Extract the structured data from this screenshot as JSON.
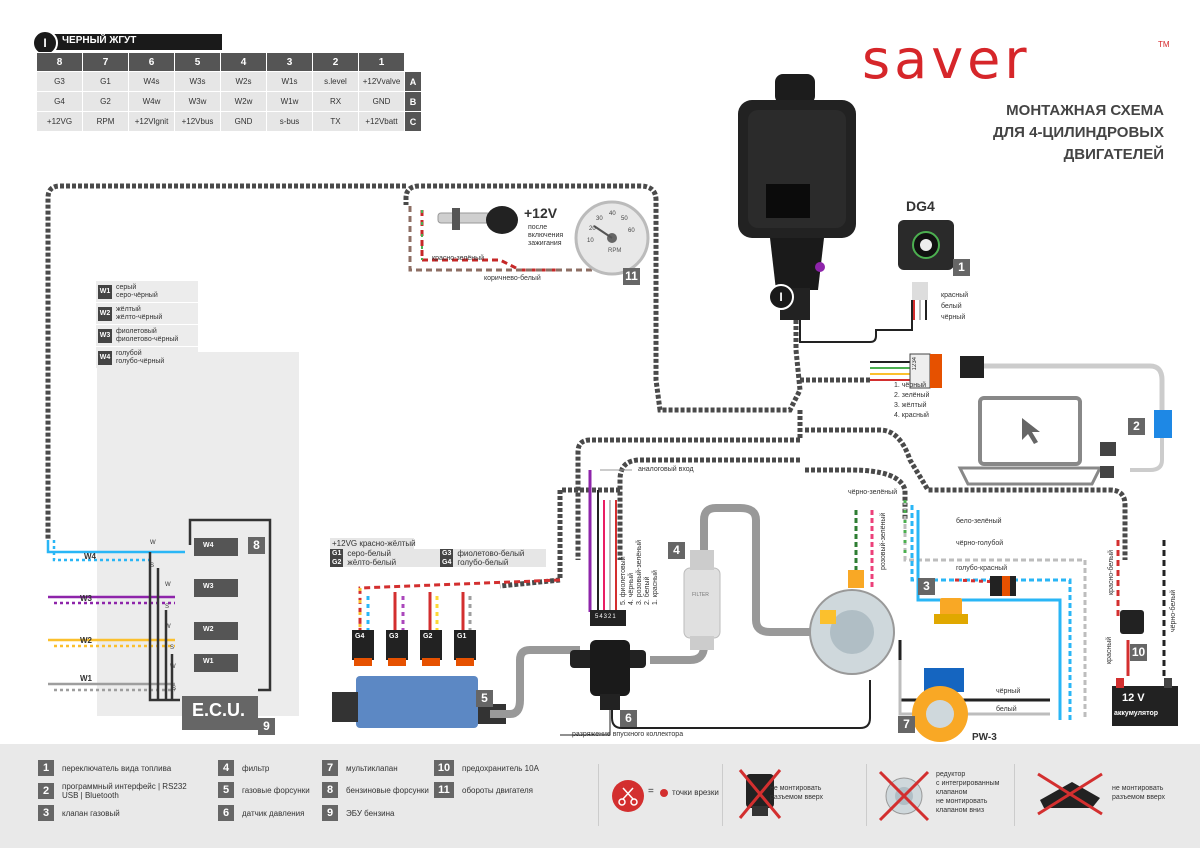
{
  "harness": {
    "badge": "I",
    "title": "ЧЕРНЫЙ ЖГУТ",
    "columns": [
      "8",
      "7",
      "6",
      "5",
      "4",
      "3",
      "2",
      "1"
    ],
    "rows": [
      {
        "label": "A",
        "cells": [
          "G3",
          "G1",
          "W4s",
          "W3s",
          "W2s",
          "W1s",
          "s.level",
          "+12Vvalve"
        ]
      },
      {
        "label": "B",
        "cells": [
          "G4",
          "G2",
          "W4w",
          "W3w",
          "W2w",
          "W1w",
          "RX",
          "GND"
        ]
      },
      {
        "label": "C",
        "cells": [
          "+12VG",
          "RPM",
          "+12Vlgnit",
          "+12Vbus",
          "GND",
          "s-bus",
          "TX",
          "+12Vbatt"
        ]
      }
    ]
  },
  "brand": {
    "logo": "saver",
    "tm": "TM"
  },
  "title": {
    "line1": "МОНТАЖНАЯ СХЕМА",
    "line2": "ДЛЯ 4-ЦИЛИНДРОВЫХ",
    "line3": "ДВИГАТЕЛЕЙ"
  },
  "wire_legend": [
    {
      "id": "W1",
      "a": "серый",
      "b": "серо-чёрный"
    },
    {
      "id": "W2",
      "a": "жёлтый",
      "b": "жёлто-чёрный"
    },
    {
      "id": "W3",
      "a": "фиолетовый",
      "b": "фиолетово-чёрный"
    },
    {
      "id": "W4",
      "a": "голубой",
      "b": "голубо-чёрный"
    }
  ],
  "ignition": {
    "voltage": "+12V",
    "note1": "после",
    "note2": "включения",
    "note3": "зажигания",
    "wire1": "красно-зелёный",
    "wire2": "коричнево-белый",
    "badge": "11",
    "gauge": "RPM",
    "ticks": [
      "10",
      "20",
      "30",
      "40",
      "50",
      "60"
    ]
  },
  "dg4": {
    "title": "DG4",
    "badge": "1",
    "wires": [
      "красный",
      "белый",
      "чёрный"
    ]
  },
  "ecu_connector": {
    "badge": "I"
  },
  "interface": {
    "pins": [
      "1. чёрный",
      "2. зелёный",
      "3. жёлтый",
      "4. красный"
    ],
    "badge": "2",
    "connector_pins": "1234"
  },
  "analog_input": "аналоговый вход",
  "gas_injectors": {
    "header": "+12VG красно-жёлтый",
    "rows": [
      {
        "g": "G1",
        "t": "серо-белый"
      },
      {
        "g": "G2",
        "t": "жёлто-белый"
      },
      {
        "g": "G3",
        "t": "фиолетово-белый"
      },
      {
        "g": "G4",
        "t": "голубо-белый"
      }
    ],
    "labels": [
      "G4",
      "G3",
      "G2",
      "G1"
    ],
    "badge": "5"
  },
  "sensor": {
    "pins": [
      "5. фиолетовый",
      "4. чёрный",
      "3. розовый-зелёный",
      "2. белый",
      "1. красный"
    ],
    "badge": "6",
    "pin_numbers": "54321",
    "vacuum": "разряжение впускного коллектора"
  },
  "filter": {
    "badge": "4",
    "label": "FILTER"
  },
  "reducer": {
    "wire_top": "чёрно-зелёный",
    "wire_side": "розовый-зелёный"
  },
  "valve": {
    "badge": "3"
  },
  "multivalve": {
    "badge": "7",
    "name": "PW-3",
    "wires": [
      "бело-зелёный",
      "чёрно-голубой",
      "голубо-красный",
      "чёрный",
      "белый"
    ]
  },
  "fuse": {
    "badge": "10",
    "wires": [
      "красно-белый",
      "чёрно-белый",
      "красный"
    ]
  },
  "battery": {
    "voltage": "12 V",
    "label": "аккумулятор"
  },
  "ecu": {
    "label": "E.C.U.",
    "badge": "9",
    "ws": [
      "W4",
      "W3",
      "W2",
      "W1"
    ]
  },
  "petrol_injectors": {
    "badge": "8",
    "labels": [
      "W4",
      "W3",
      "W2",
      "W1"
    ]
  },
  "injector_codes": [
    "W",
    "S",
    "W",
    "S",
    "W",
    "S",
    "W",
    "S"
  ],
  "legend": {
    "items": [
      {
        "n": "1",
        "t": "переключатель вида топлива"
      },
      {
        "n": "2",
        "t": "программный интерфейс | RS232",
        "t2": "USB | Bluetooth"
      },
      {
        "n": "3",
        "t": "клапан газовый"
      },
      {
        "n": "4",
        "t": "фильтр"
      },
      {
        "n": "5",
        "t": "газовые форсунки"
      },
      {
        "n": "6",
        "t": "датчик давления"
      },
      {
        "n": "7",
        "t": "мультиклапан"
      },
      {
        "n": "8",
        "t": "бензиновые форсунки"
      },
      {
        "n": "9",
        "t": "ЭБУ бензина"
      },
      {
        "n": "10",
        "t": "предохранитель 10А"
      },
      {
        "n": "11",
        "t": "обороты двигателя"
      }
    ],
    "cut": "точки врезки",
    "cut_eq": "=",
    "warn1": {
      "a": "не монтировать",
      "b": "разъемом вверх"
    },
    "warn2": {
      "a": "редуктор",
      "b": "с интегрированным",
      "c": "клапаном",
      "d": "не монтировать",
      "e": "клапаном вниз"
    },
    "warn3": {
      "a": "не монтировать",
      "b": "разъемом вверх"
    }
  },
  "colors": {
    "brand": "#d6262a",
    "badge": "#666666",
    "harness": "#555555"
  }
}
